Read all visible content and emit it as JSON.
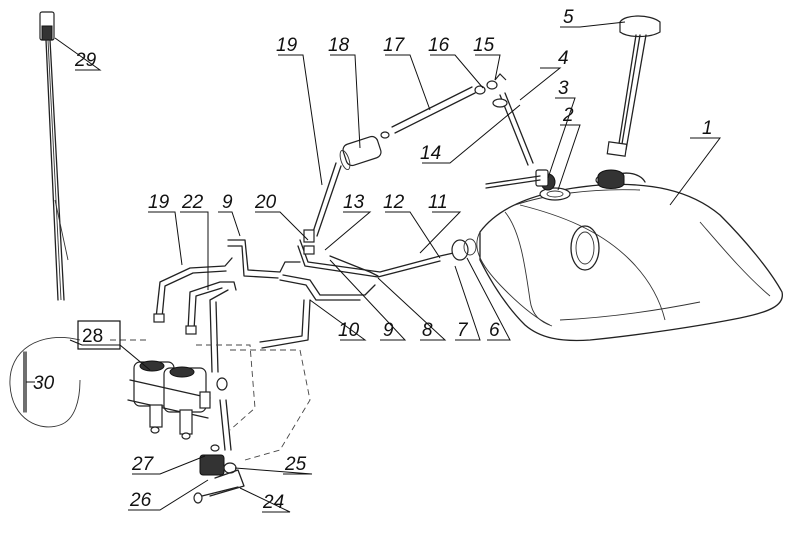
{
  "callouts": [
    {
      "id": "c1",
      "text": "1"
    },
    {
      "id": "c2",
      "text": "2"
    },
    {
      "id": "c3",
      "text": "3"
    },
    {
      "id": "c4",
      "text": "4"
    },
    {
      "id": "c5",
      "text": "5"
    },
    {
      "id": "c6",
      "text": "6"
    },
    {
      "id": "c7",
      "text": "7"
    },
    {
      "id": "c8",
      "text": "8"
    },
    {
      "id": "c9a",
      "text": "9"
    },
    {
      "id": "c9b",
      "text": "9"
    },
    {
      "id": "c10",
      "text": "10"
    },
    {
      "id": "c11",
      "text": "11"
    },
    {
      "id": "c12",
      "text": "12"
    },
    {
      "id": "c13",
      "text": "13"
    },
    {
      "id": "c14",
      "text": "14"
    },
    {
      "id": "c15",
      "text": "15"
    },
    {
      "id": "c16",
      "text": "16"
    },
    {
      "id": "c17",
      "text": "17"
    },
    {
      "id": "c18",
      "text": "18"
    },
    {
      "id": "c19a",
      "text": "19"
    },
    {
      "id": "c19b",
      "text": "19"
    },
    {
      "id": "c20",
      "text": "20"
    },
    {
      "id": "c22",
      "text": "22"
    },
    {
      "id": "c24",
      "text": "24"
    },
    {
      "id": "c25",
      "text": "25"
    },
    {
      "id": "c26",
      "text": "26"
    },
    {
      "id": "c27",
      "text": "27"
    },
    {
      "id": "c28",
      "text": "28"
    },
    {
      "id": "c29",
      "text": "29"
    },
    {
      "id": "c30",
      "text": "30"
    }
  ]
}
